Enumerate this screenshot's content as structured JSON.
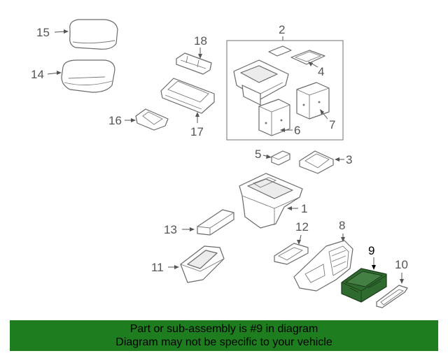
{
  "callouts": {
    "c1": "1",
    "c2": "2",
    "c3": "3",
    "c4": "4",
    "c5": "5",
    "c6": "6",
    "c7": "7",
    "c8": "8",
    "c9": "9",
    "c10": "10",
    "c11": "11",
    "c12": "12",
    "c13": "13",
    "c14": "14",
    "c15": "15",
    "c16": "16",
    "c17": "17",
    "c18": "18"
  },
  "highlight": {
    "part_number": "9",
    "color": "#2f6b2f"
  },
  "banner": {
    "line1": "Part or sub-assembly is #9 in diagram",
    "line2": "Diagram may not be specific to your vehicle",
    "background": "#1e7d1e"
  }
}
